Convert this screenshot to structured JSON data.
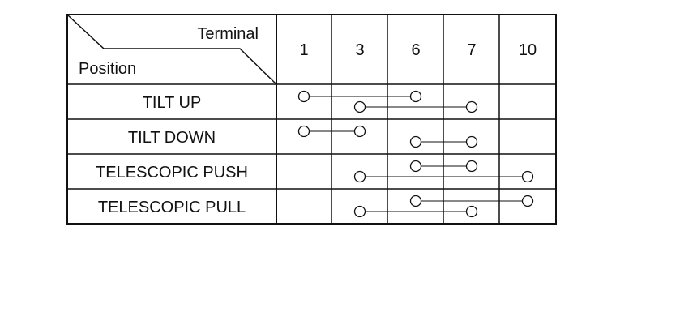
{
  "header": {
    "corner_top": "Terminal",
    "corner_bottom": "Position",
    "terminals": [
      "1",
      "3",
      "6",
      "7",
      "10"
    ]
  },
  "rows": [
    {
      "label": "TILT UP",
      "connections": [
        {
          "from": "1",
          "to": "6",
          "level": "upper"
        },
        {
          "from": "3",
          "to": "7",
          "level": "lower"
        }
      ]
    },
    {
      "label": "TILT DOWN",
      "connections": [
        {
          "from": "1",
          "to": "3",
          "level": "upper"
        },
        {
          "from": "6",
          "to": "7",
          "level": "lower"
        }
      ]
    },
    {
      "label": "TELESCOPIC PUSH",
      "connections": [
        {
          "from": "6",
          "to": "7",
          "level": "upper"
        },
        {
          "from": "3",
          "to": "10",
          "level": "lower"
        }
      ]
    },
    {
      "label": "TELESCOPIC PULL",
      "connections": [
        {
          "from": "6",
          "to": "10",
          "level": "upper"
        },
        {
          "from": "3",
          "to": "7",
          "level": "lower"
        }
      ]
    }
  ]
}
